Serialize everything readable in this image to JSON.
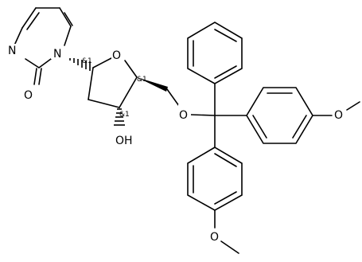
{
  "molecule": {
    "atoms": {
      "n3": "N",
      "n1": "N",
      "o_carbonyl": "O",
      "o_ring": "O",
      "oh": "OH",
      "o_ether": "O",
      "o_methoxy_right": "O",
      "o_methoxy_bottom": "O"
    },
    "stereo": {
      "c1": "&1",
      "c4": "&1",
      "c3": "&1"
    }
  }
}
